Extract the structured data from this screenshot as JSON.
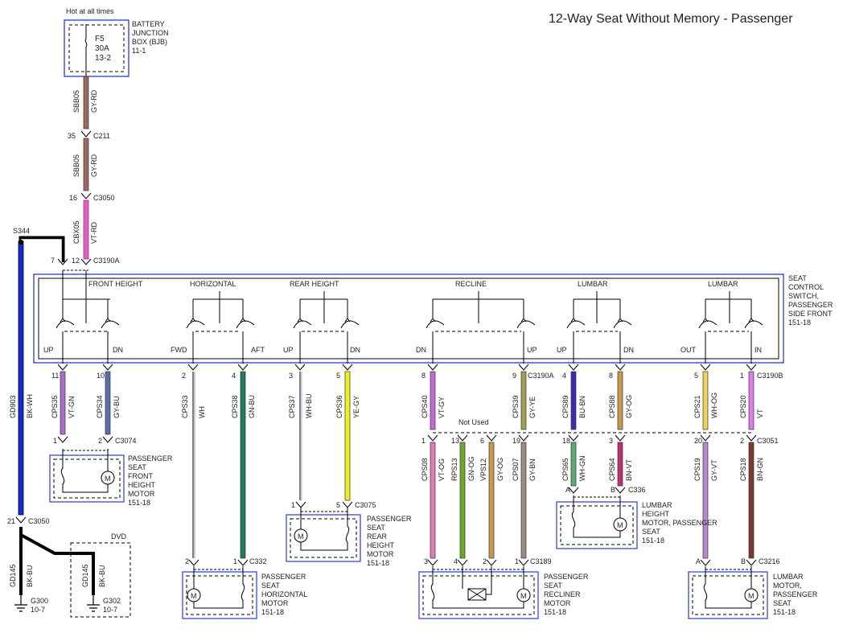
{
  "title": "12-Way Seat Without Memory - Passenger",
  "power": {
    "hot_label": "Hot at all times",
    "fuse": [
      "F5",
      "30A",
      "13-2"
    ],
    "bjb": [
      "BATTERY",
      "JUNCTION",
      "BOX (BJB)",
      "11-1"
    ]
  },
  "feed_circuits": [
    {
      "circuit": "SBB05",
      "color": "GY-RD"
    },
    {
      "circuit": "SBB05",
      "color": "GY-RD"
    },
    {
      "circuit": "CBX05",
      "color": "VT-RD"
    }
  ],
  "connectors": {
    "c211": "C211",
    "c211_pin": "35",
    "c3050_top": "C3050",
    "c3050_top_pin": "16",
    "c3190a": "C3190A",
    "c3190a_pin_a": "7",
    "c3190a_pin_b": "12",
    "s344": "S344",
    "c3190a_mid": "C3190A",
    "c3190b": "C3190B",
    "c3074": "C3074",
    "c3075": "C3075",
    "c332": "C332",
    "c3189": "C3189",
    "c3051": "C3051",
    "c336": "C336",
    "c3216": "C3216",
    "c3050_low": "C3050",
    "c3050_low_pin": "21"
  },
  "switch": {
    "label": [
      "SEAT",
      "CONTROL",
      "SWITCH,",
      "PASSENGER",
      "SIDE FRONT",
      "151-18"
    ],
    "groups": [
      "FRONT HEIGHT",
      "HORIZONTAL",
      "REAR HEIGHT",
      "RECLINE",
      "LUMBAR",
      "LUMBAR"
    ],
    "directions": [
      "UP",
      "DN",
      "FWD",
      "AFT",
      "UP",
      "DN",
      "DN",
      "UP",
      "UP",
      "DN",
      "OUT",
      "IN"
    ]
  },
  "switch_outputs": [
    {
      "pin": "11",
      "circuit": "CPS35",
      "color": "VT-GN"
    },
    {
      "pin": "10",
      "circuit": "CPS34",
      "color": "GY-BU"
    },
    {
      "pin": "2",
      "circuit": "CPS33",
      "color": "WH"
    },
    {
      "pin": "4",
      "circuit": "CPS38",
      "color": "GN-BU"
    },
    {
      "pin": "3",
      "circuit": "CPS37",
      "color": "WH-BU"
    },
    {
      "pin": "5",
      "circuit": "CPS36",
      "color": "YE-GY"
    },
    {
      "pin": "8",
      "circuit": "CPS40",
      "color": "VT-GY"
    },
    {
      "pin": "9",
      "circuit": "CPS39",
      "color": "GY-YE"
    },
    {
      "pin": "4",
      "circuit": "CPS89",
      "color": "BU-BN"
    },
    {
      "pin": "8",
      "circuit": "CPS88",
      "color": "GY-OG"
    },
    {
      "pin": "5",
      "circuit": "CPS21",
      "color": "WH-OG"
    },
    {
      "pin": "1",
      "circuit": "CPS20",
      "color": "VT"
    }
  ],
  "c3051_wires": [
    {
      "pin": "1",
      "circuit": "CPS08",
      "color": "VT-OG"
    },
    {
      "pin": "13",
      "circuit": "RPS13",
      "color": "GN-OG"
    },
    {
      "pin": "6",
      "circuit": "VPS12",
      "color": "GY-OG"
    },
    {
      "pin": "19",
      "circuit": "CPS07",
      "color": "GY-BN"
    },
    {
      "pin": "18",
      "circuit": "CPS65",
      "color": "WH-GN"
    },
    {
      "pin": "3",
      "circuit": "CPS64",
      "color": "BN-VT"
    },
    {
      "pin": "20",
      "circuit": "CPS19",
      "color": "GY-VT"
    },
    {
      "pin": "2",
      "circuit": "CPS18",
      "color": "BN-GN"
    }
  ],
  "not_used": "Not Used",
  "ground": {
    "circuit": "GD903",
    "color": "BK-WH",
    "gd145_a": "GD145",
    "gd145_a_color": "BK-BU",
    "gd145_b": "GD145",
    "gd145_b_color": "BK-BU",
    "g300": [
      "G300",
      "10-7"
    ],
    "g302": [
      "G302",
      "10-7"
    ],
    "dvd": "DVD"
  },
  "motors": {
    "front_height": [
      "PASSENGER",
      "SEAT",
      "FRONT",
      "HEIGHT",
      "MOTOR",
      "151-18"
    ],
    "rear_height": [
      "PASSENGER",
      "SEAT",
      "REAR",
      "HEIGHT",
      "MOTOR",
      "151-18"
    ],
    "horizontal": [
      "PASSENGER",
      "SEAT",
      "HORIZONTAL",
      "MOTOR",
      "151-18"
    ],
    "recliner": [
      "PASSENGER",
      "SEAT",
      "RECLINER",
      "MOTOR",
      "151-18"
    ],
    "lumbar_height": [
      "LUMBAR",
      "HEIGHT",
      "MOTOR, PASSENGER",
      "SEAT",
      "151-18"
    ],
    "lumbar": [
      "LUMBAR",
      "MOTOR,",
      "PASSENGER",
      "SEAT",
      "151-18"
    ]
  },
  "motor_pins": {
    "front_height": [
      "1",
      "2"
    ],
    "rear_height": [
      "1",
      "5"
    ],
    "horizontal": [
      "2",
      "1"
    ],
    "recliner": [
      "3",
      "4",
      "2",
      "1"
    ],
    "lumbar_height": [
      "A",
      "B"
    ],
    "lumbar": [
      "A",
      "B"
    ]
  },
  "wire_colors": {
    "gy_rd": "#9a6b64",
    "vt_rd": "#e35fc8",
    "vt_gn": "#a870c4",
    "gy_bu": "#5c6fa8",
    "wh": "#9a9a9a",
    "gn_bu": "#1f7a58",
    "wh_bu": "#a8a8d8",
    "ye_gy": "#f0f020",
    "vt_gy": "#c26ad6",
    "gy_ye": "#9fa050",
    "bu_bn": "#3a2fb0",
    "gy_og": "#c9974a",
    "wh_og": "#f2d060",
    "vt": "#e07ae8",
    "vt_og": "#e27ab5",
    "gn_og": "#6fa52a",
    "gy_bn": "#a08884",
    "wh_gn": "#5faa70",
    "bn_vt": "#c03070",
    "gy_vt": "#b48ad0",
    "bn_gn": "#7a3a2a",
    "black": "#000000",
    "box_blue": "#2a3ad0"
  }
}
